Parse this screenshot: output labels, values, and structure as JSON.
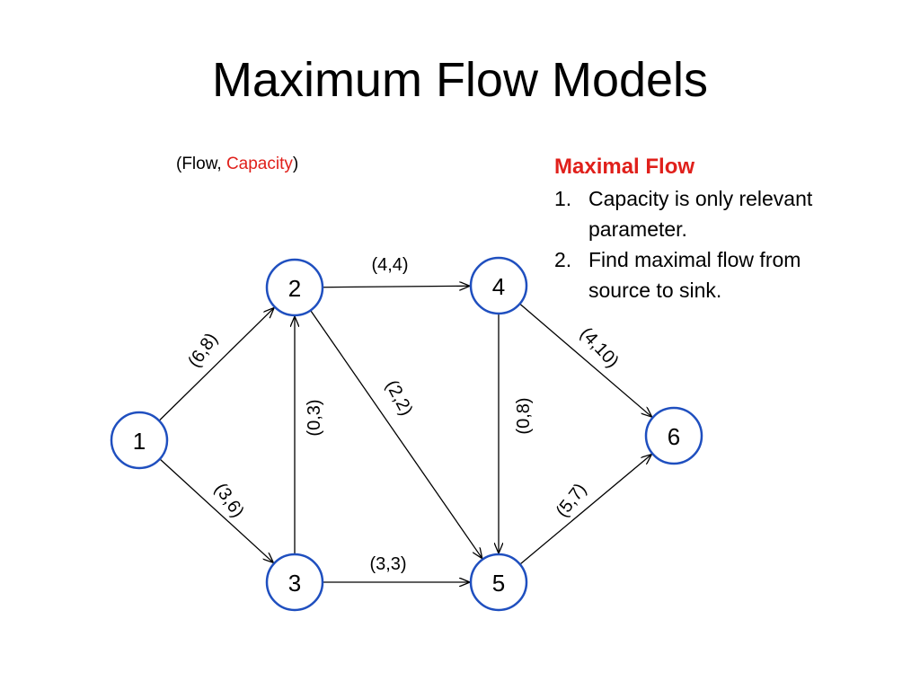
{
  "title": "Maximum Flow Models",
  "legend": {
    "open": "(Flow, ",
    "capacity": "Capacity",
    "close": ")",
    "capacity_color": "#e0201b"
  },
  "info": {
    "heading": "Maximal Flow",
    "items": [
      {
        "number": "1.",
        "text": "Capacity is only relevant parameter."
      },
      {
        "number": "2.",
        "text": "Find maximal flow from source to sink."
      }
    ]
  },
  "graph": {
    "node_stroke_color": "#1f4fbf",
    "nodes": [
      "1",
      "2",
      "3",
      "4",
      "5",
      "6"
    ],
    "edges": [
      {
        "from": "1",
        "to": "2",
        "label": "(6,8)"
      },
      {
        "from": "1",
        "to": "3",
        "label": "(3,6)"
      },
      {
        "from": "3",
        "to": "2",
        "label": "(0,3)"
      },
      {
        "from": "2",
        "to": "4",
        "label": "(4,4)"
      },
      {
        "from": "2",
        "to": "5",
        "label": "(2,2)"
      },
      {
        "from": "3",
        "to": "5",
        "label": "(3,3)"
      },
      {
        "from": "4",
        "to": "5",
        "label": "(0,8)"
      },
      {
        "from": "4",
        "to": "6",
        "label": "(4,10)"
      },
      {
        "from": "5",
        "to": "6",
        "label": "(5,7)"
      }
    ]
  }
}
